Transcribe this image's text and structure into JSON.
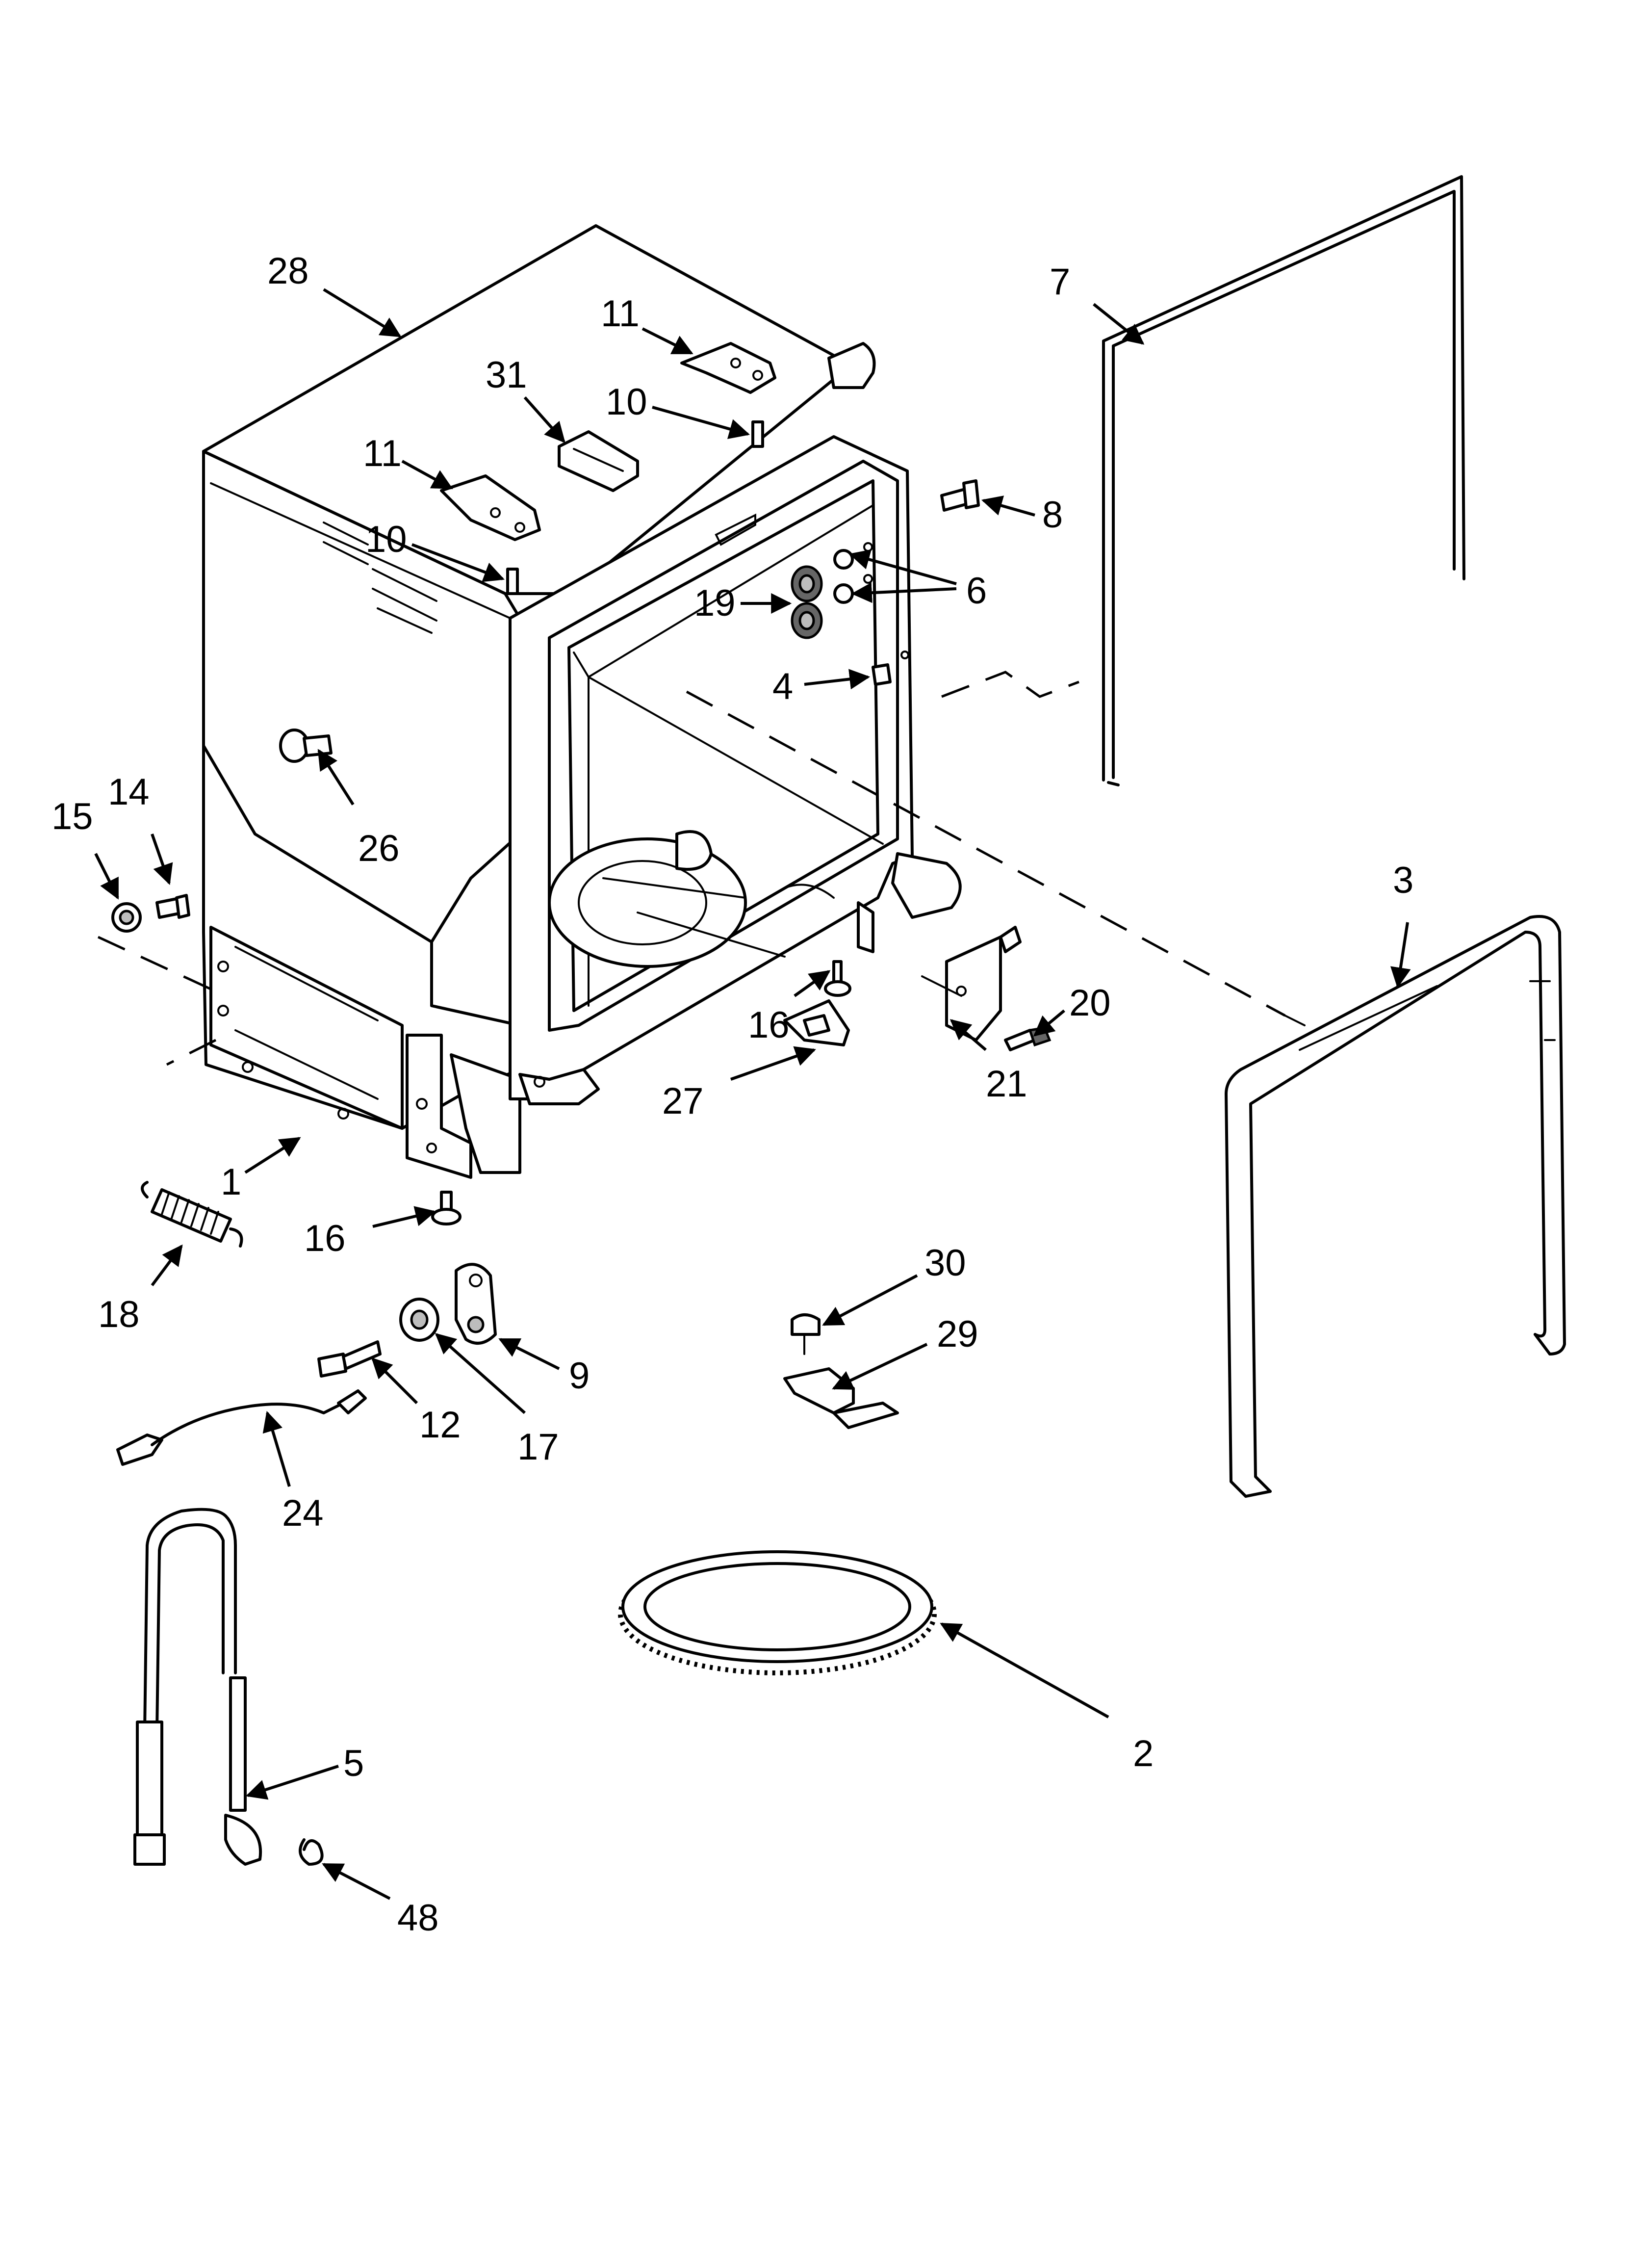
{
  "callouts": [
    {
      "id": "c28",
      "label": "28"
    },
    {
      "id": "c7",
      "label": "7"
    },
    {
      "id": "c11a",
      "label": "11"
    },
    {
      "id": "c31",
      "label": "31"
    },
    {
      "id": "c10a",
      "label": "10"
    },
    {
      "id": "c11b",
      "label": "11"
    },
    {
      "id": "c10b",
      "label": "10"
    },
    {
      "id": "c8",
      "label": "8"
    },
    {
      "id": "c6",
      "label": "6"
    },
    {
      "id": "c19",
      "label": "19"
    },
    {
      "id": "c4",
      "label": "4"
    },
    {
      "id": "c26",
      "label": "26"
    },
    {
      "id": "c15",
      "label": "15"
    },
    {
      "id": "c14",
      "label": "14"
    },
    {
      "id": "c3",
      "label": "3"
    },
    {
      "id": "c20",
      "label": "20"
    },
    {
      "id": "c16a",
      "label": "16"
    },
    {
      "id": "c21",
      "label": "21"
    },
    {
      "id": "c27",
      "label": "27"
    },
    {
      "id": "c1",
      "label": "1"
    },
    {
      "id": "c16b",
      "label": "16"
    },
    {
      "id": "c18",
      "label": "18"
    },
    {
      "id": "c30",
      "label": "30"
    },
    {
      "id": "c29",
      "label": "29"
    },
    {
      "id": "c9",
      "label": "9"
    },
    {
      "id": "c12",
      "label": "12"
    },
    {
      "id": "c17",
      "label": "17"
    },
    {
      "id": "c24",
      "label": "24"
    },
    {
      "id": "c2",
      "label": "2"
    },
    {
      "id": "c5",
      "label": "5"
    },
    {
      "id": "c48",
      "label": "48"
    }
  ]
}
